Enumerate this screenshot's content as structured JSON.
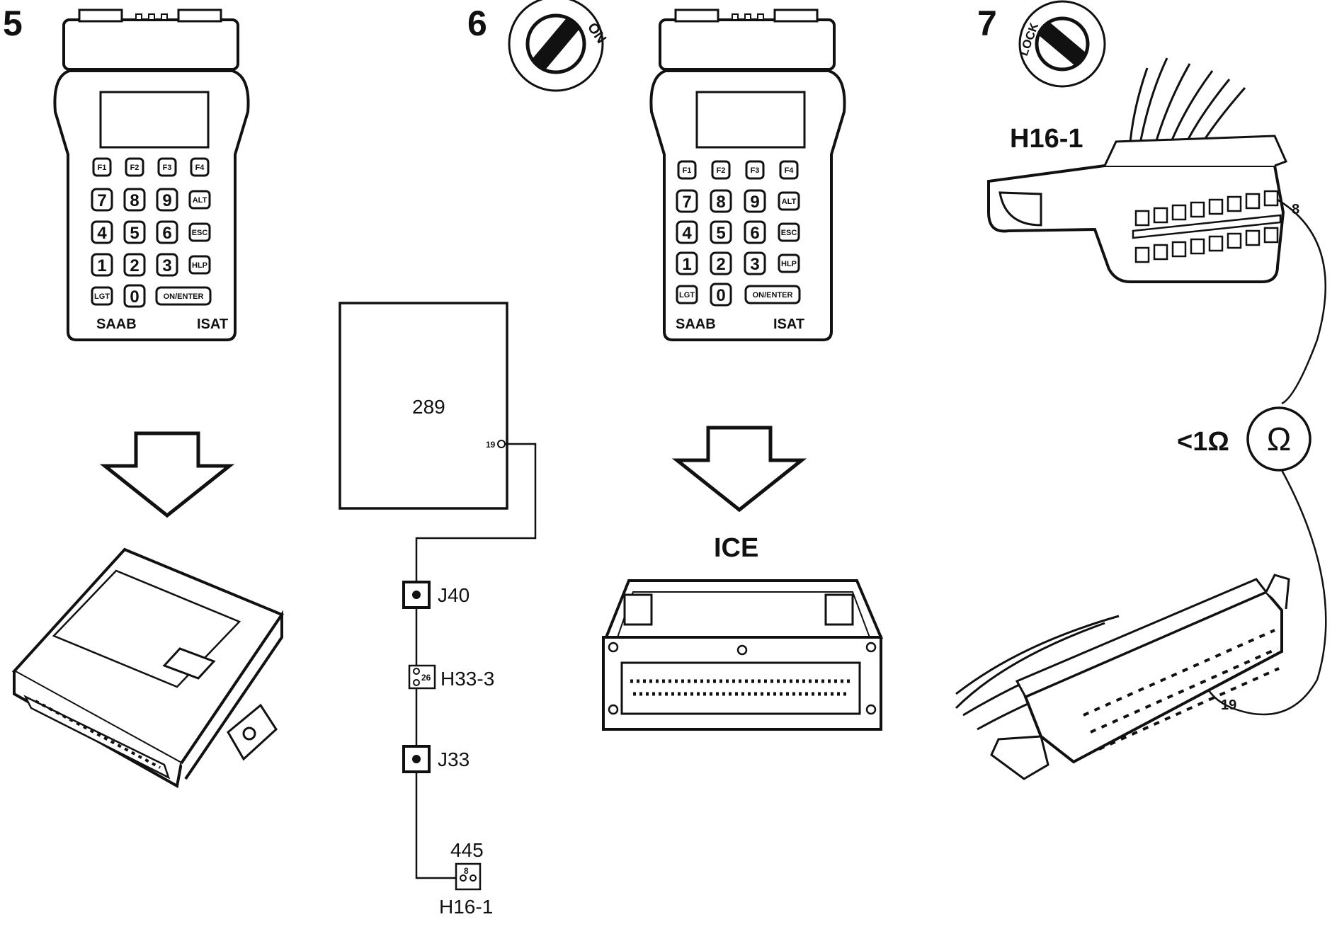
{
  "steps": [
    "5",
    "6",
    "7"
  ],
  "isat_tool": {
    "brand": "SAAB",
    "model": "ISAT",
    "fkeys": [
      "F1",
      "F2",
      "F3",
      "F4"
    ],
    "rows": [
      [
        "7",
        "8",
        "9",
        "ALT"
      ],
      [
        "4",
        "5",
        "6",
        "ESC"
      ],
      [
        "1",
        "2",
        "3",
        "HLP"
      ]
    ],
    "bottom_row": [
      "LGT",
      "0",
      "ON/ENTER"
    ]
  },
  "ignition": {
    "on": "ON",
    "lock": "LOCK"
  },
  "schematic": {
    "unit": "289",
    "pin": "19",
    "j40": "J40",
    "h33_pin": "26",
    "h33": "H33-3",
    "j33": "J33",
    "diag_num": "445",
    "diag_pin": "8",
    "diag_conn": "H16-1"
  },
  "ice_label": "ICE",
  "step7": {
    "connector": "H16-1",
    "pin_top": "8",
    "pin_bottom": "19",
    "resistance": "<1Ω",
    "meter": "Ω"
  }
}
